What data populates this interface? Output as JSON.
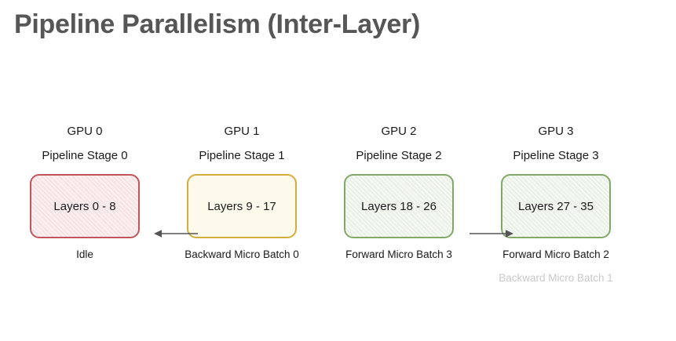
{
  "title": "Pipeline Parallelism (Inter-Layer)",
  "colors": {
    "title": "#565656",
    "background": "#ffffff",
    "text": "#1a1a1a",
    "faded_text": "#c9c9c9",
    "red_border": "#c1555a",
    "red_fill": "#fbeced",
    "yellow_border": "#d4ad3c",
    "yellow_fill": "#fdfaec",
    "green_border": "#82a868",
    "green_fill": "#f2f7ef",
    "arrow": "#555555"
  },
  "stages": [
    {
      "gpu": "GPU 0",
      "stage": "Pipeline Stage 0",
      "layers": "Layers 0 - 8",
      "status": "Idle",
      "status_secondary": "",
      "color": "red",
      "hatched": true
    },
    {
      "gpu": "GPU 1",
      "stage": "Pipeline Stage 1",
      "layers": "Layers 9 - 17",
      "status": "Backward Micro Batch 0",
      "status_secondary": "",
      "color": "yellow",
      "hatched": false
    },
    {
      "gpu": "GPU 2",
      "stage": "Pipeline Stage 2",
      "layers": "Layers 18 - 26",
      "status": "Forward Micro Batch 3",
      "status_secondary": "",
      "color": "green",
      "hatched": true
    },
    {
      "gpu": "GPU 3",
      "stage": "Pipeline Stage 3",
      "layers": "Layers 27 - 35",
      "status": "Forward Micro Batch 2",
      "status_secondary": "Backward Micro Batch 1",
      "color": "green",
      "hatched": true
    }
  ],
  "arrows": [
    {
      "name": "backward-0",
      "direction": "left",
      "from": "GPU 1",
      "to": "GPU 0"
    },
    {
      "name": "forward-2",
      "direction": "right",
      "from": "GPU 2",
      "to": "GPU 3"
    }
  ]
}
